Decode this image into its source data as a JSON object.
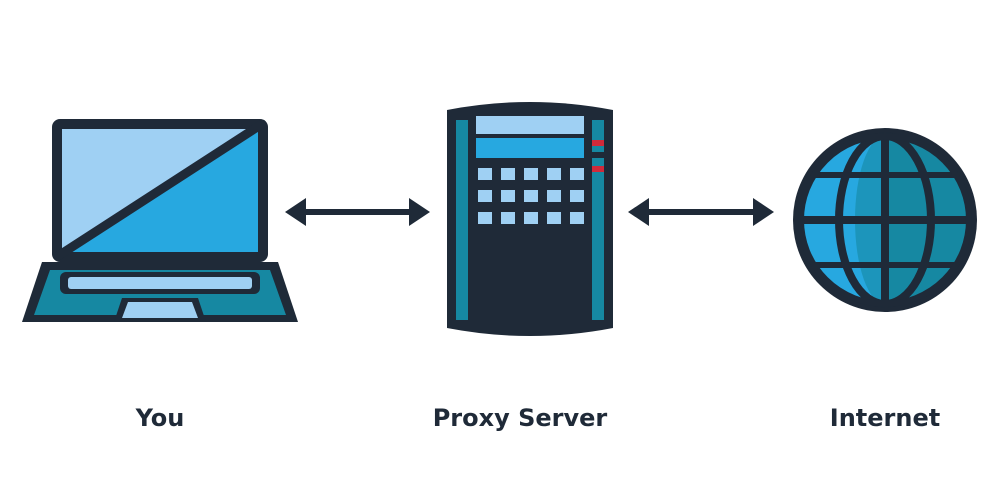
{
  "nodes": {
    "you": {
      "label": "You"
    },
    "proxy": {
      "label": "Proxy Server"
    },
    "internet": {
      "label": "Internet"
    }
  },
  "colors": {
    "outline": "#1f2a38",
    "primary_blue": "#27a8e0",
    "light_blue": "#9fd0f3",
    "teal": "#1688a2",
    "indicator_red": "#d12a3a"
  },
  "icons": {
    "you": "laptop-icon",
    "proxy": "server-icon",
    "internet": "globe-icon",
    "connections": "double-arrow-icon"
  }
}
